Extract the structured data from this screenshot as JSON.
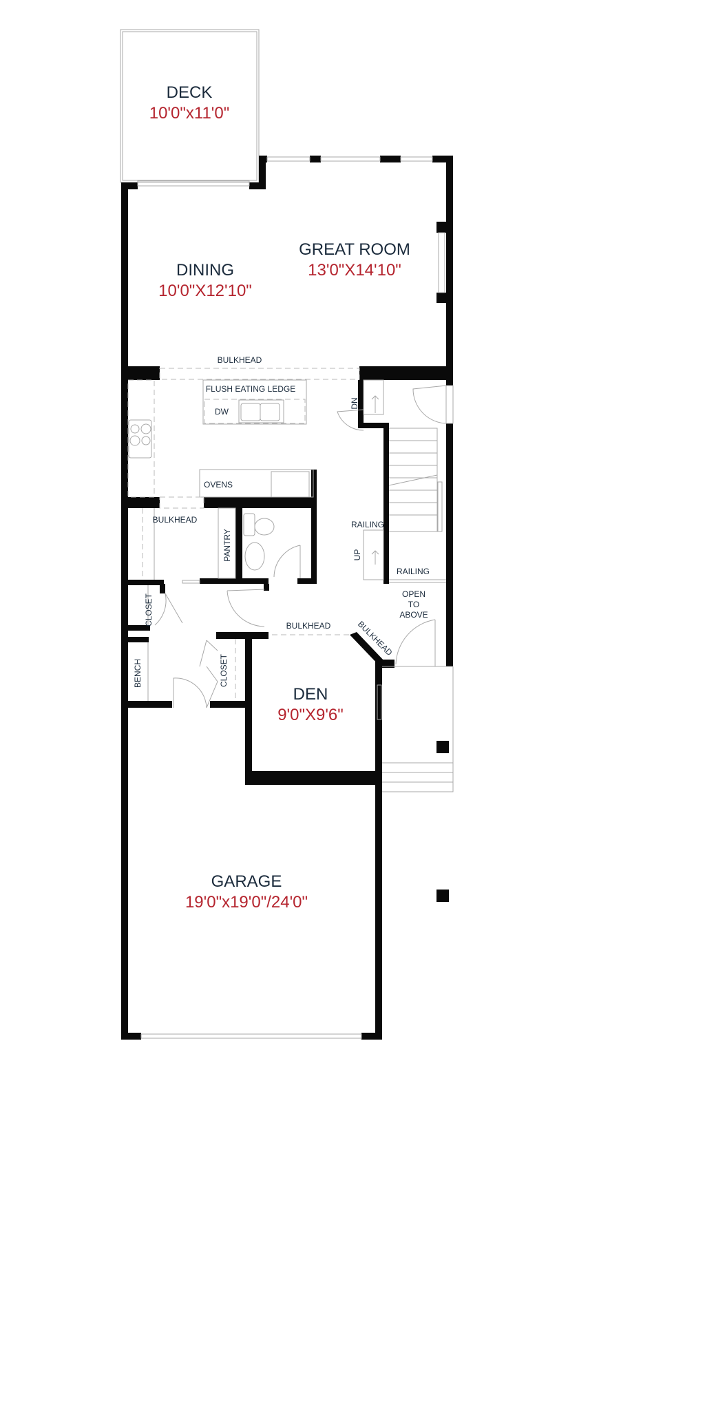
{
  "rooms": {
    "deck": {
      "name": "DECK",
      "dim": "10'0\"x11'0\""
    },
    "great_room": {
      "name": "GREAT ROOM",
      "dim": "13'0\"X14'10\""
    },
    "dining": {
      "name": "DINING",
      "dim": "10'0\"X12'10\""
    },
    "den": {
      "name": "DEN",
      "dim": "9'0\"X9'6\""
    },
    "garage": {
      "name": "GARAGE",
      "dim": "19'0\"x19'0\"/24'0\""
    }
  },
  "labels": {
    "bulkhead_top": "BULKHEAD",
    "flush_eating_ledge": "FLUSH EATING LEDGE",
    "dw": "DW",
    "dn": "DN",
    "ovens": "OVENS",
    "bulkhead_kitchen": "BULKHEAD",
    "pantry": "PANTRY",
    "railing_upper": "RAILING",
    "railing_lower": "RAILING",
    "up": "UP",
    "open_to_above": [
      "OPEN",
      "TO",
      "ABOVE"
    ],
    "closet_left": "CLOSET",
    "closet_right": "CLOSET",
    "bench": "BENCH",
    "bulkhead_den": "BULKHEAD",
    "bulkhead_diag": "BULKHEAD"
  },
  "colors": {
    "room_name": "#1b2b3c",
    "dimension": "#b5252f",
    "wall": "#0a0a0a"
  }
}
